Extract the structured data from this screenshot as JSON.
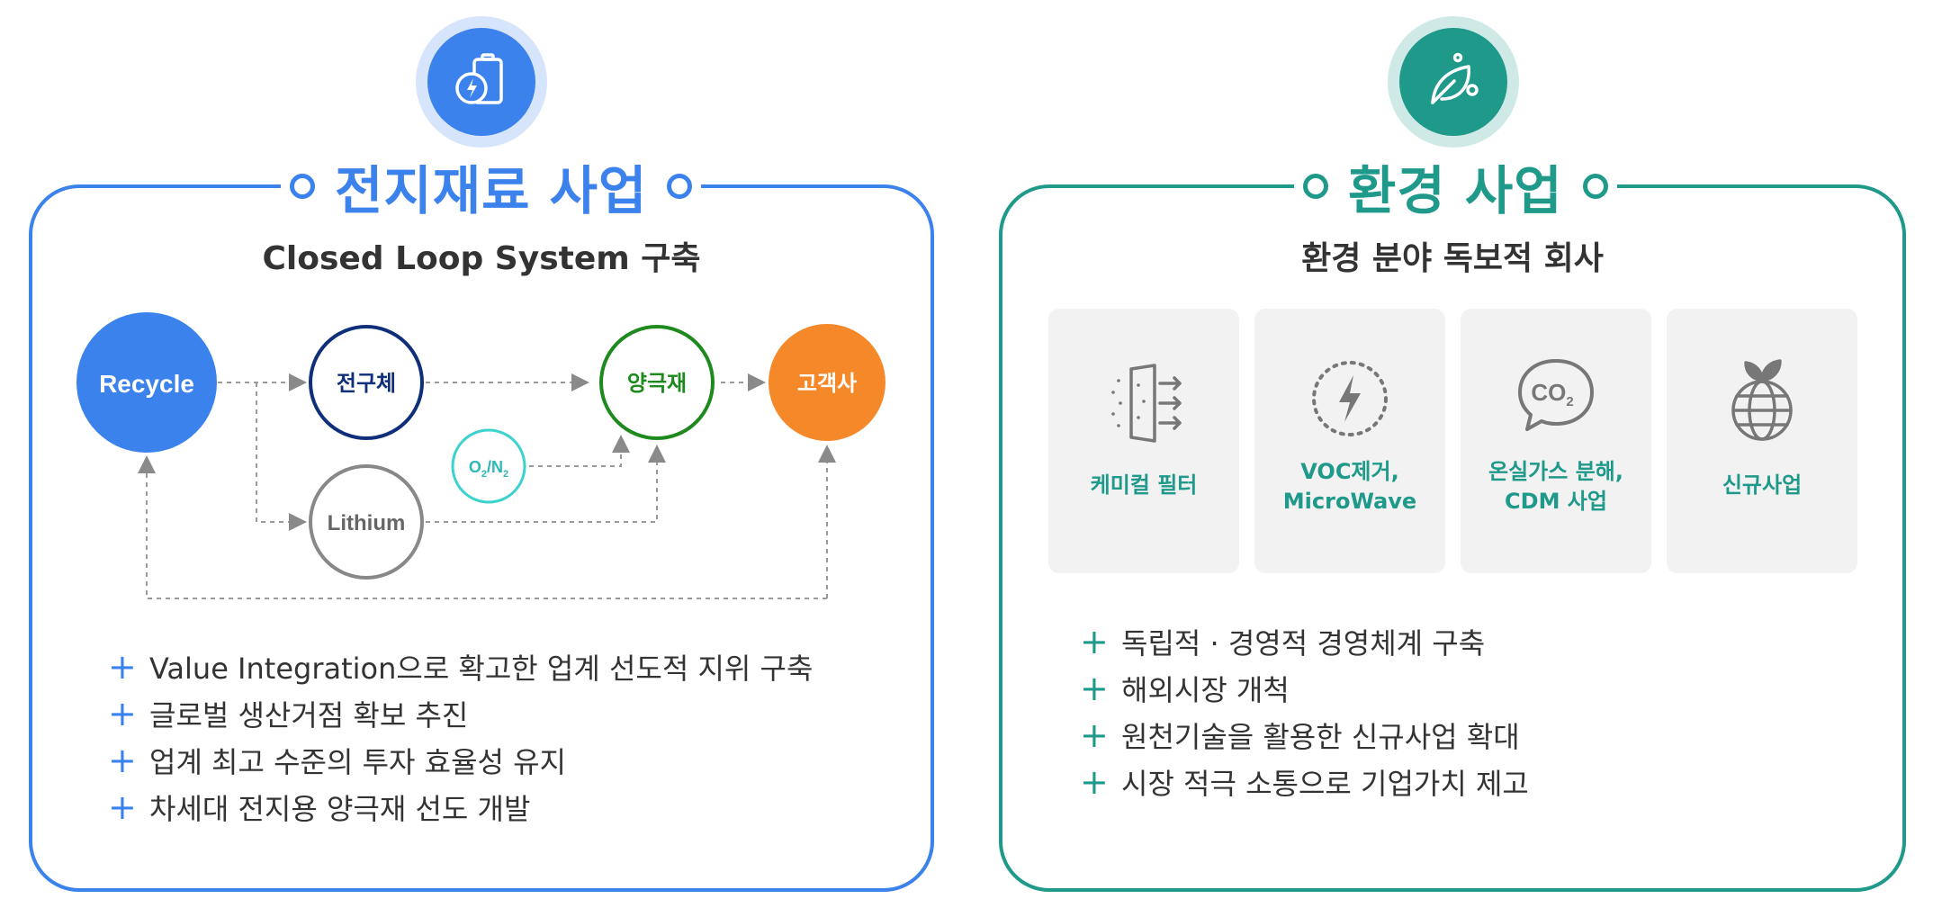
{
  "colors": {
    "blue": "#3b82ed",
    "teal": "#1e998a",
    "navy": "#0f2f7a",
    "green": "#1e8a1e",
    "orange": "#f5892a",
    "gray": "#888888",
    "cyan": "#3cd3cf"
  },
  "left": {
    "icon": "battery-bolt-icon",
    "title": "전지재료 사업",
    "subtitle": "Closed Loop System 구축",
    "diagram": {
      "recycle": "Recycle",
      "precursor": "전구체",
      "cathode": "양극재",
      "customer": "고객사",
      "lithium": "Lithium",
      "o2": "O",
      "o2_sub": "2",
      "slash": "/N",
      "n2_sub": "2"
    },
    "bullets": [
      "Value Integration으로 확고한 업계 선도적 지위 구축",
      "글로벌 생산거점 확보 추진",
      "업계 최고 수준의 투자 효율성 유지",
      "차세대 전지용 양극재 선도 개발"
    ]
  },
  "right": {
    "icon": "eco-leaf-icon",
    "title": "환경 사업",
    "subtitle": "환경 분야 독보적 회사",
    "cards": [
      {
        "icon": "filter-icon",
        "line1": "케미컬 필터",
        "line2": ""
      },
      {
        "icon": "lightning-circle-icon",
        "line1": "VOC제거,",
        "line2": "MicroWave"
      },
      {
        "icon": "co2-bubble-icon",
        "line1": "온실가스 분해,",
        "line2": "CDM 사업"
      },
      {
        "icon": "globe-sprout-icon",
        "line1": "신규사업",
        "line2": ""
      }
    ],
    "bullets": [
      "독립적 · 경영적 경영체계 구축",
      "해외시장 개척",
      "원천기술을 활용한 신규사업 확대",
      "시장 적극 소통으로 기업가치 제고"
    ]
  },
  "bullet_symbol": "+",
  "co2_text": "CO",
  "co2_sub": "2"
}
